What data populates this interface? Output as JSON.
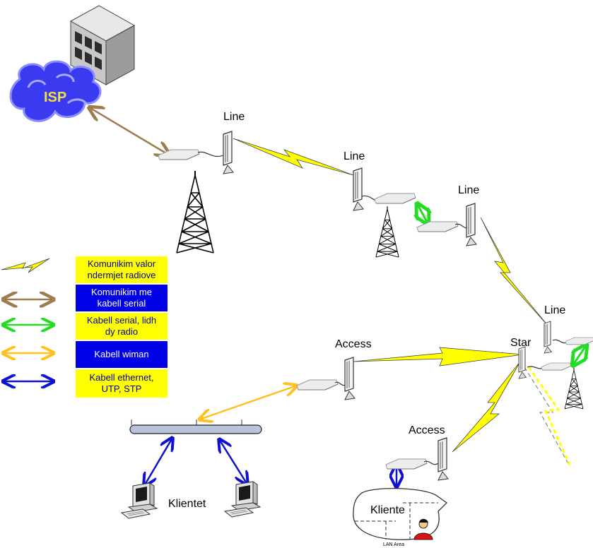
{
  "colors": {
    "lightning": "#FFFF00",
    "serial_cable": "#9C7D4B",
    "radio_link": "#22DD22",
    "wireless_cable": "#FFC020",
    "ethernet": "#1010D0",
    "isp_cloud": "#3A3AF0",
    "isp_text": "#F0E040",
    "legend_yellow": "#FFFF00",
    "legend_blue": "#0000E6"
  },
  "nodes": {
    "isp": {
      "label": "ISP",
      "icon": "building-icon"
    },
    "line1": {
      "label": "Line",
      "icon": "antenna-icon"
    },
    "line2": {
      "label": "Line",
      "icon": "antenna-icon"
    },
    "line3": {
      "label": "Line",
      "icon": "antenna-icon"
    },
    "line4": {
      "label": "Line",
      "icon": "antenna-icon"
    },
    "star": {
      "label": "Star",
      "icon": "antenna-icon"
    },
    "access1": {
      "label": "Access",
      "icon": "antenna-icon"
    },
    "access2": {
      "label": "Access",
      "icon": "antenna-icon"
    },
    "klientet": {
      "label": "Klientet",
      "icon": "computer-icon"
    },
    "kliente": {
      "label": "Kliente",
      "icon": "person-icon"
    },
    "lan_area": {
      "label": "LAN Area"
    }
  },
  "legend": [
    {
      "text": "Komunikim valor ndermjet radiove",
      "line1": "Komunikim valor",
      "line2": "ndermjet radiove",
      "symbol": "lightning-icon",
      "bg": "yellow"
    },
    {
      "text": "Komunikim me kabell serial",
      "line1": "Komunikim me",
      "line2": "kabell serial",
      "symbol": "double-arrow-brown-icon",
      "bg": "blue"
    },
    {
      "text": "Kabell serial, lidh dy radio",
      "line1": "Kabell serial, lidh",
      "line2": "dy radio",
      "symbol": "double-arrow-green-icon",
      "bg": "yellow"
    },
    {
      "text": "Kabell wiman",
      "line1": "Kabell wiman",
      "line2": "",
      "symbol": "double-arrow-orange-icon",
      "bg": "blue"
    },
    {
      "text": "Kabell ethernet, UTP, STP",
      "line1": "Kabell ethernet,",
      "line2": "UTP, STP",
      "symbol": "double-arrow-blue-icon",
      "bg": "yellow"
    }
  ]
}
